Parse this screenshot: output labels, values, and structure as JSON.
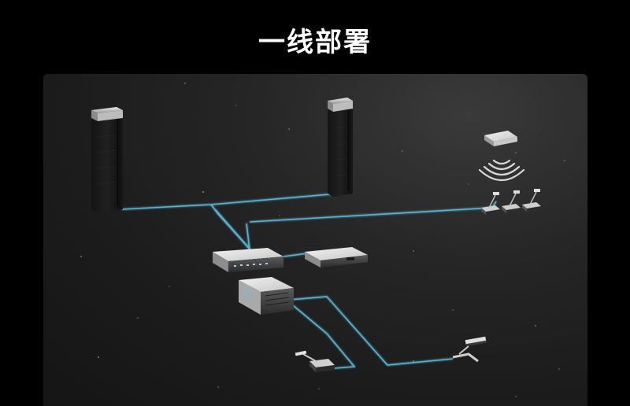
{
  "page": {
    "title": "一线部署"
  },
  "colors": {
    "background": "#000000",
    "panel": "#222222",
    "cable": "#5fc3e4",
    "title": "#ffffff"
  },
  "devices": [
    {
      "id": "left-speaker",
      "kind": "column-speaker"
    },
    {
      "id": "right-speaker",
      "kind": "column-speaker"
    },
    {
      "id": "wireless-ap",
      "kind": "ceiling-access-point"
    },
    {
      "id": "wireless-mics",
      "kind": "conference-microphone-set"
    },
    {
      "id": "main-unit",
      "kind": "rack-host"
    },
    {
      "id": "rack-processor",
      "kind": "rack-processor"
    },
    {
      "id": "amplifier",
      "kind": "power-amplifier"
    },
    {
      "id": "desk-mic-left",
      "kind": "gooseneck-microphone"
    },
    {
      "id": "desk-mic-right",
      "kind": "gooseneck-microphone"
    }
  ]
}
